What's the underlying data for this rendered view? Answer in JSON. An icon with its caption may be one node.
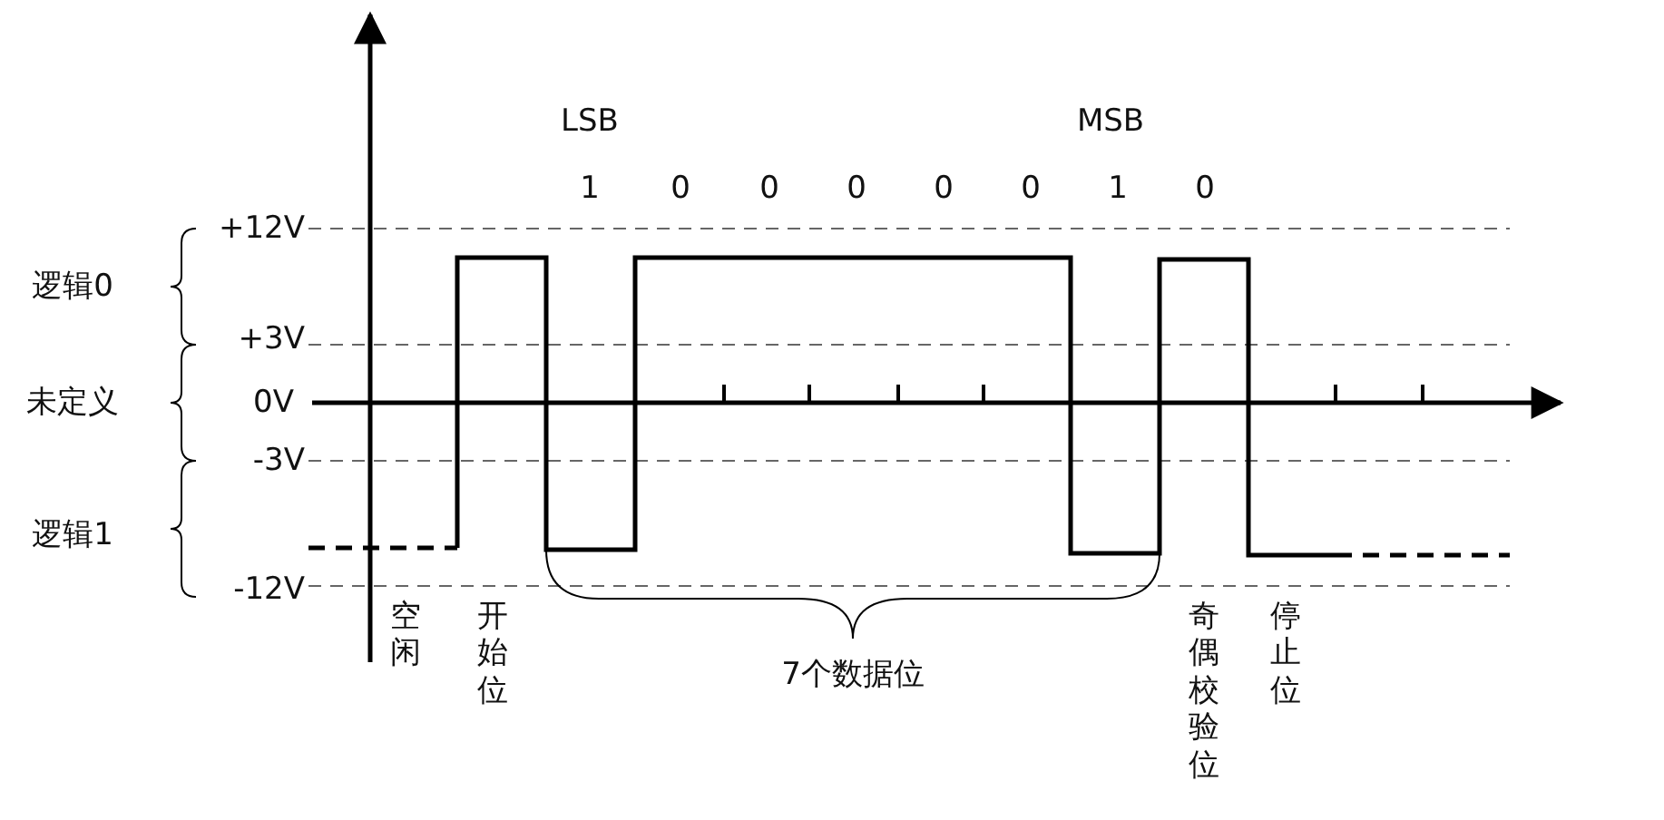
{
  "diagram": {
    "labels": [
      "LSB",
      "MSB",
      "1",
      "0",
      "0",
      "0",
      "0",
      "0",
      "1",
      "0",
      "+12V",
      "逻辑0",
      "+3V",
      "未定义",
      "0V",
      "-3V",
      "逻辑1",
      "-12V",
      "空闲",
      "开始位",
      "7个数据位",
      "奇偶校验位",
      "停止位"
    ]
  }
}
